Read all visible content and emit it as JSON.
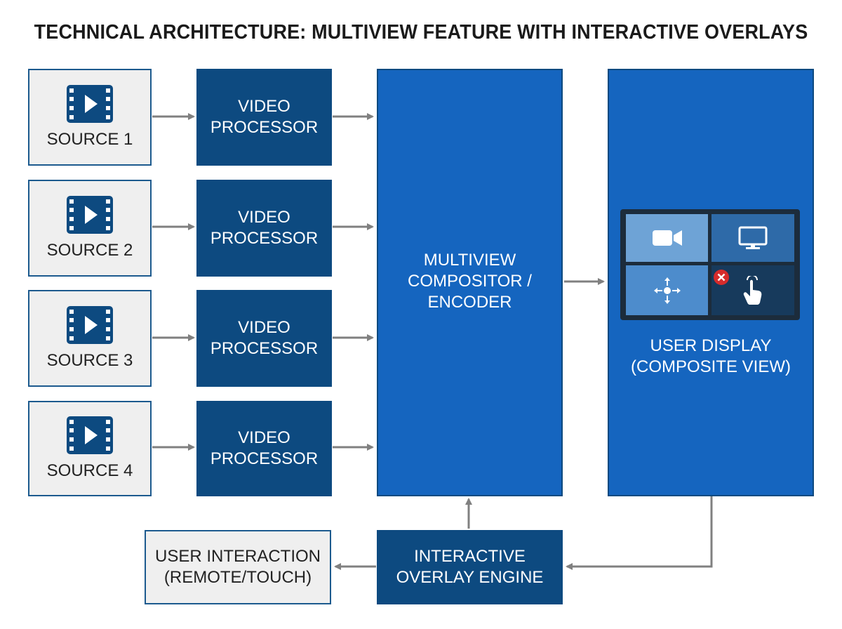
{
  "title": "TECHNICAL ARCHITECTURE: MULTIVIEW FEATURE WITH INTERACTIVE OVERLAYS",
  "sources": [
    {
      "label": "SOURCE 1",
      "icon": "video-file-icon"
    },
    {
      "label": "SOURCE 2",
      "icon": "video-file-icon"
    },
    {
      "label": "SOURCE 3",
      "icon": "video-file-icon"
    },
    {
      "label": "SOURCE 4",
      "icon": "video-file-icon"
    }
  ],
  "processors": [
    {
      "line1": "VIDEO",
      "line2": "PROCESSOR"
    },
    {
      "line1": "VIDEO",
      "line2": "PROCESSOR"
    },
    {
      "line1": "VIDEO",
      "line2": "PROCESSOR"
    },
    {
      "line1": "VIDEO",
      "line2": "PROCESSOR"
    }
  ],
  "compositor": {
    "line1": "MULTIVIEW",
    "line2": "COMPOSITOR /",
    "line3": "ENCODER"
  },
  "display": {
    "line1": "USER DISPLAY",
    "line2": "(COMPOSITE VIEW)",
    "tiles": [
      "video-camera-icon",
      "monitor-icon",
      "move-arrows-icon",
      "touch-hand-icon"
    ],
    "close_icon": "close-icon"
  },
  "user_interaction": {
    "line1": "USER INTERACTION",
    "line2": "(REMOTE/TOUCH)"
  },
  "overlay_engine": {
    "line1": "INTERACTIVE",
    "line2": "OVERLAY ENGINE"
  },
  "colors": {
    "dark_blue": "#0d4a80",
    "bright_blue": "#1565bf",
    "light_gray": "#efefef",
    "arrow_gray": "#808080",
    "close_red": "#d62b2b"
  }
}
